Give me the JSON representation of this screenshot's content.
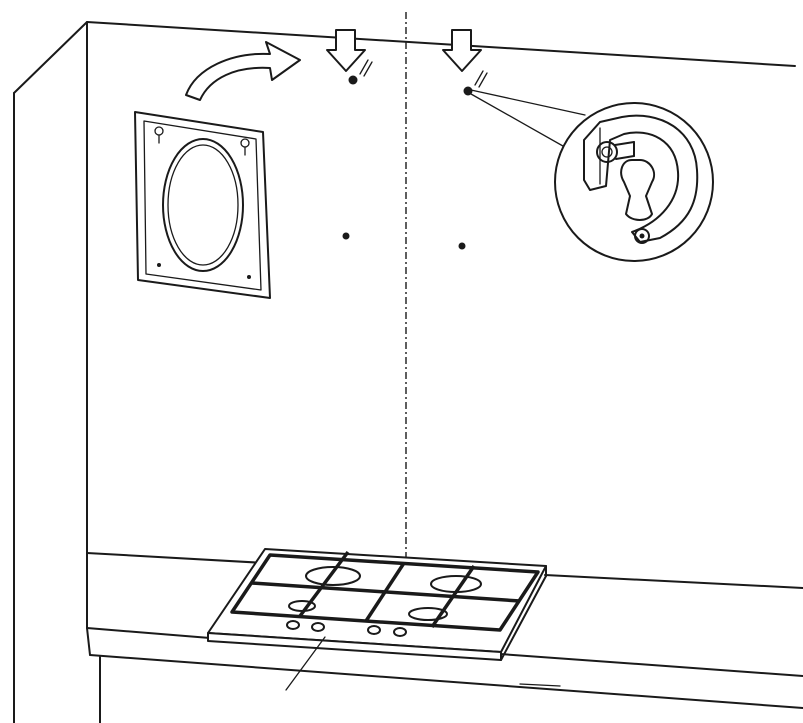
{
  "figure": {
    "kind": "installation-illustration",
    "colors": {
      "line": "#1a1a1a",
      "background": "#ffffff"
    },
    "parts": [
      "wall",
      "center-line",
      "mounting-template",
      "rotate-arrow-icon",
      "down-arrow-icon",
      "wall-screw",
      "bracket-detail-magnifier",
      "worktop",
      "gas-hob",
      "hob-center-line"
    ]
  }
}
